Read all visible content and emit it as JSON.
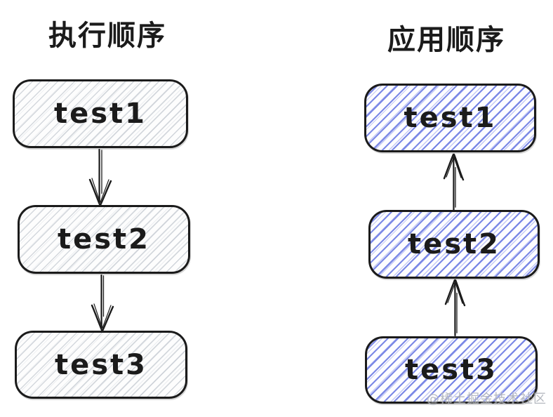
{
  "colors": {
    "ink": "#1b1b1b",
    "left_hatch": "#b2b9c3",
    "right_hatch": "#5c6ce0",
    "watermark": "#a9adb6"
  },
  "left_column": {
    "title": "执行顺序",
    "arrow_direction": "down",
    "boxes": [
      {
        "label": "test1"
      },
      {
        "label": "test2"
      },
      {
        "label": "test3"
      }
    ]
  },
  "right_column": {
    "title": "应用顺序",
    "arrow_direction": "up",
    "boxes": [
      {
        "label": "test1"
      },
      {
        "label": "test2"
      },
      {
        "label": "test3"
      }
    ]
  },
  "watermark": "@稀土掘金技术社区"
}
